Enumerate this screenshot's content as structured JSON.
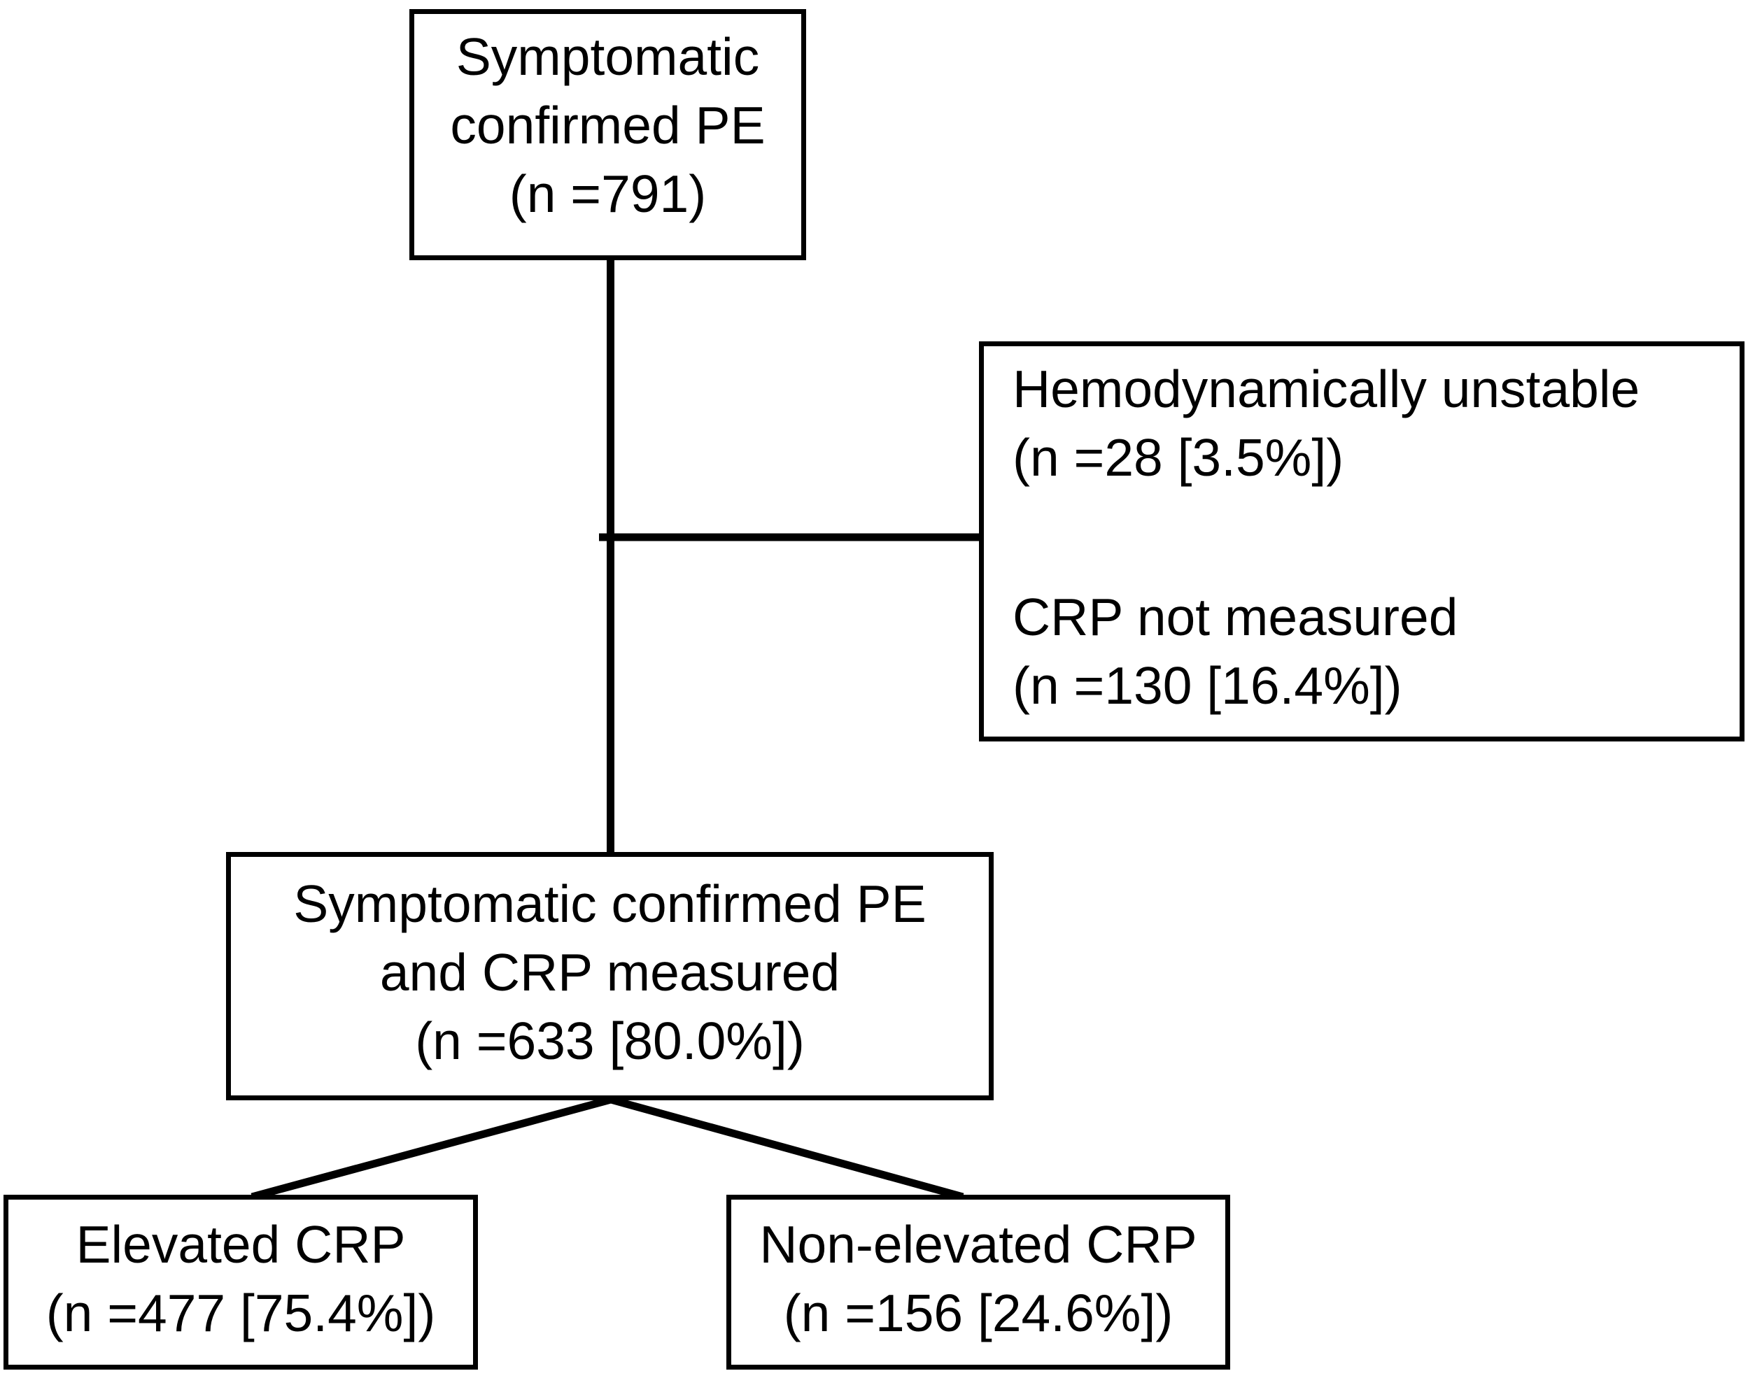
{
  "flowchart": {
    "colors": {
      "background": "#ffffff",
      "border": "#000000",
      "text": "#000000",
      "connector": "#000000"
    },
    "nodes": {
      "top": {
        "lines": [
          "Symptomatic",
          "confirmed PE",
          "(n =791)"
        ]
      },
      "exclusion": {
        "lines": [
          "Hemodynamically unstable",
          "(n =28 [3.5%])",
          "",
          "CRP not measured",
          "(n =130 [16.4%])"
        ]
      },
      "middle": {
        "lines": [
          "Symptomatic confirmed PE",
          "and CRP measured",
          "(n =633 [80.0%])"
        ]
      },
      "bottom_left": {
        "lines": [
          "Elevated CRP",
          "(n =477 [75.4%])"
        ]
      },
      "bottom_right": {
        "lines": [
          "Non-elevated CRP",
          "(n =156 [24.6%])"
        ]
      }
    }
  }
}
